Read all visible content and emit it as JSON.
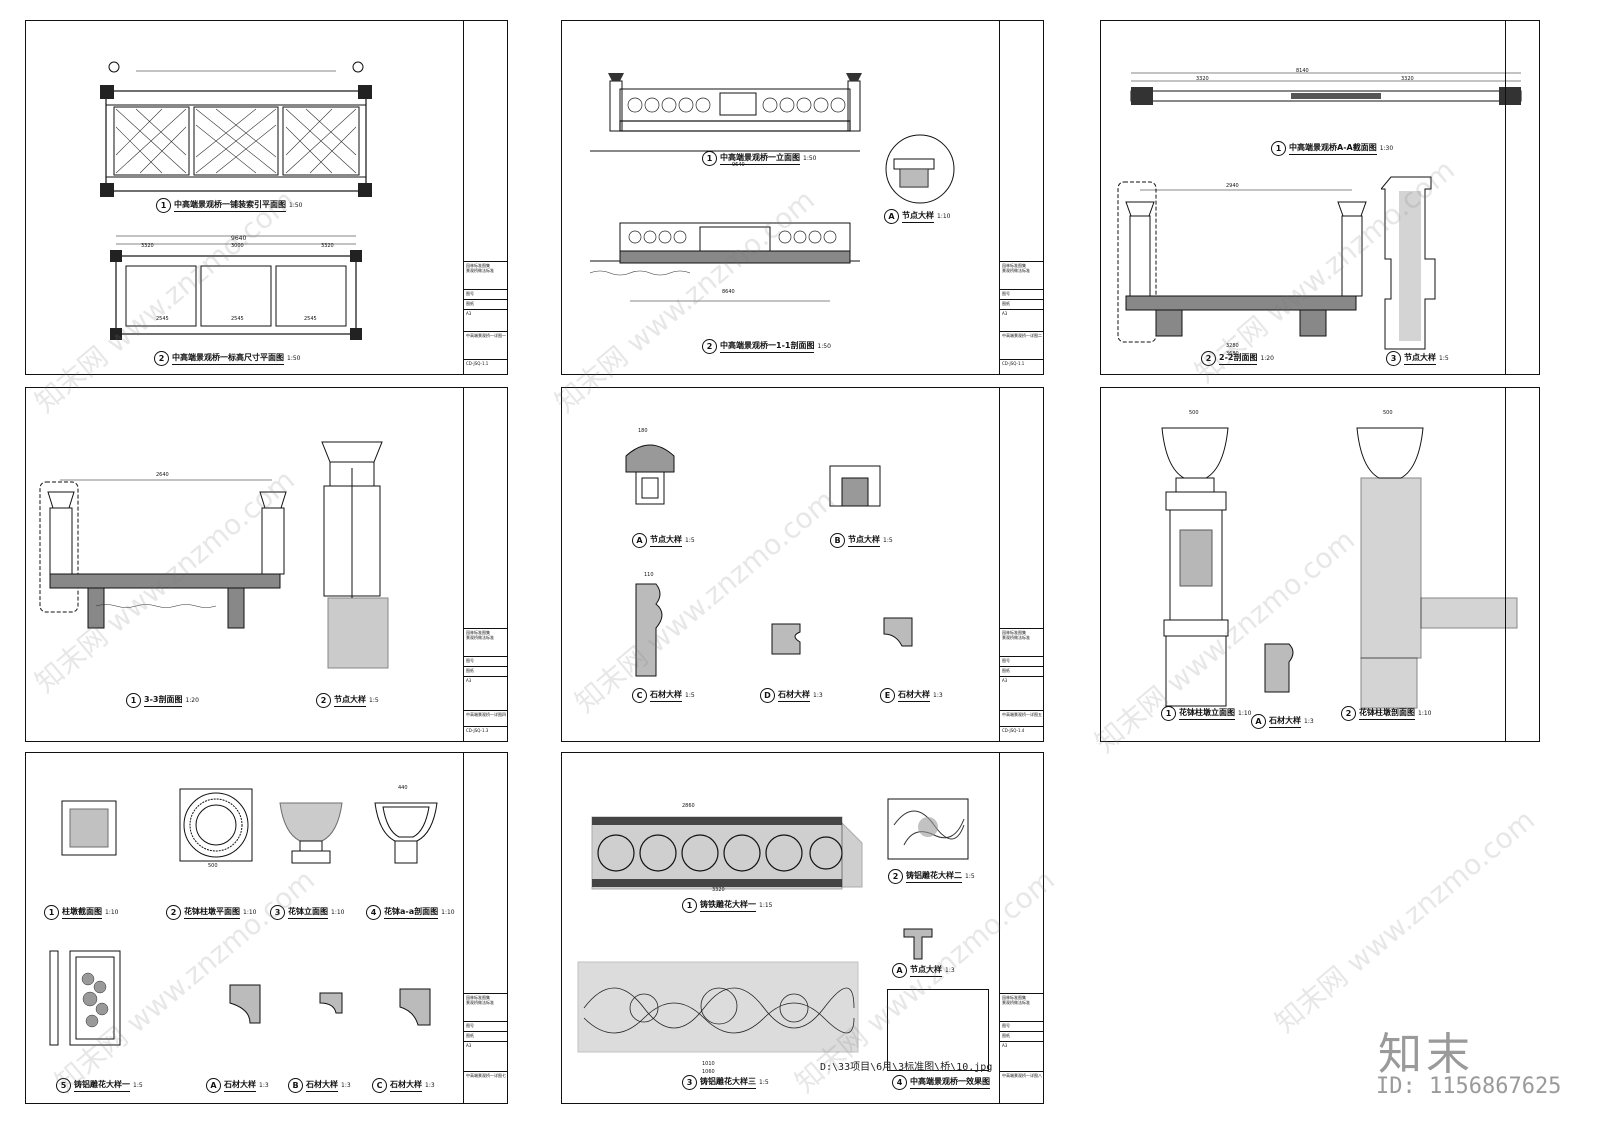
{
  "sheets": [
    {
      "id": "s1",
      "title_block": {
        "project": "园林标准图集",
        "sub": "景观桥做法标准",
        "r1": "图号",
        "r2": "图纸",
        "r3": "A3",
        "drawing": "中高端景观桥一详图一",
        "no": "CD-JSQ-1.1"
      },
      "captions": [
        {
          "num": "1",
          "text": "中高端景观桥一铺装索引平面图",
          "scale": "1:50"
        },
        {
          "num": "2",
          "text": "中高端景观桥一标高尺寸平面图",
          "scale": "1:50"
        }
      ],
      "dims": [
        "9640",
        "3320",
        "3000",
        "3320",
        "2545",
        "2545",
        "2545"
      ]
    },
    {
      "id": "s2",
      "title_block": {
        "project": "园林标准图集",
        "sub": "景观桥做法标准",
        "r1": "图号",
        "r2": "图纸",
        "r3": "A3",
        "drawing": "中高端景观桥一详图二",
        "no": "CD-JSQ-1.1"
      },
      "captions": [
        {
          "num": "1",
          "text": "中高端景观桥一立面图",
          "scale": "1:50"
        },
        {
          "num": "A",
          "text": "节点大样",
          "scale": "1:10"
        },
        {
          "num": "2",
          "text": "中高端景观桥一1-1剖面图",
          "scale": "1:50"
        }
      ],
      "dims": [
        "9640",
        "8640"
      ]
    },
    {
      "id": "s3",
      "title_block": {
        "project": "",
        "sub": "",
        "r1": "",
        "r2": "",
        "r3": "",
        "drawing": "",
        "no": ""
      },
      "captions": [
        {
          "num": "1",
          "text": "中高端景观桥A-A截面图",
          "scale": "1:30"
        },
        {
          "num": "2",
          "text": "2-2剖面图",
          "scale": "1:20"
        },
        {
          "num": "3",
          "text": "节点大样",
          "scale": "1:5"
        }
      ],
      "dims": [
        "8140",
        "3320",
        "3320",
        "2940",
        "3280",
        "3680"
      ]
    },
    {
      "id": "s4",
      "title_block": {
        "project": "园林标准图集",
        "sub": "景观桥做法标准",
        "r1": "图号",
        "r2": "图纸",
        "r3": "A3",
        "drawing": "中高端景观桥一详图四",
        "no": "CD-JSQ-1.3"
      },
      "captions": [
        {
          "num": "1",
          "text": "3-3剖面图",
          "scale": "1:20"
        },
        {
          "num": "2",
          "text": "节点大样",
          "scale": "1:5"
        }
      ],
      "dims": [
        "2640"
      ]
    },
    {
      "id": "s5",
      "title_block": {
        "project": "园林标准图集",
        "sub": "景观桥做法标准",
        "r1": "图号",
        "r2": "图纸",
        "r3": "A3",
        "drawing": "中高端景观桥一详图五",
        "no": "CD-JSQ-1.4"
      },
      "captions": [
        {
          "num": "A",
          "text": "节点大样",
          "scale": "1:5"
        },
        {
          "num": "B",
          "text": "节点大样",
          "scale": "1:5"
        },
        {
          "num": "C",
          "text": "石材大样",
          "scale": "1:5"
        },
        {
          "num": "D",
          "text": "石材大样",
          "scale": "1:3"
        },
        {
          "num": "E",
          "text": "石材大样",
          "scale": "1:3"
        }
      ],
      "dims": [
        "180",
        "110"
      ]
    },
    {
      "id": "s6",
      "title_block": {
        "project": "",
        "sub": "",
        "r1": "",
        "r2": "",
        "r3": "",
        "drawing": "",
        "no": ""
      },
      "captions": [
        {
          "num": "1",
          "text": "花钵柱墩立面图",
          "scale": "1:10"
        },
        {
          "num": "A",
          "text": "石材大样",
          "scale": "1:3"
        },
        {
          "num": "2",
          "text": "花钵柱墩剖面图",
          "scale": "1:10"
        }
      ],
      "dims": [
        "500",
        "500"
      ]
    },
    {
      "id": "s7",
      "title_block": {
        "project": "园林标准图集",
        "sub": "景观桥做法标准",
        "r1": "图号",
        "r2": "图纸",
        "r3": "A3",
        "drawing": "中高端景观桥一详图七",
        "no": ""
      },
      "captions": [
        {
          "num": "1",
          "text": "柱墩截面图",
          "scale": "1:10"
        },
        {
          "num": "2",
          "text": "花钵柱墩平面图",
          "scale": "1:10"
        },
        {
          "num": "3",
          "text": "花钵立面图",
          "scale": "1:10"
        },
        {
          "num": "4",
          "text": "花钵a-a剖面图",
          "scale": "1:10"
        },
        {
          "num": "5",
          "text": "铸铝雕花大样一",
          "scale": "1:5"
        },
        {
          "num": "A",
          "text": "石材大样",
          "scale": "1:3"
        },
        {
          "num": "B",
          "text": "石材大样",
          "scale": "1:3"
        },
        {
          "num": "C",
          "text": "石材大样",
          "scale": "1:3"
        }
      ],
      "dims": [
        "500",
        "440"
      ]
    },
    {
      "id": "s8",
      "title_block": {
        "project": "园林标准图集",
        "sub": "景观桥做法标准",
        "r1": "图号",
        "r2": "图纸",
        "r3": "A3",
        "drawing": "中高端景观桥一详图八",
        "no": ""
      },
      "captions": [
        {
          "num": "1",
          "text": "铸铁雕花大样一",
          "scale": "1:15"
        },
        {
          "num": "2",
          "text": "铸铝雕花大样二",
          "scale": "1:5"
        },
        {
          "num": "A",
          "text": "节点大样",
          "scale": "1:3"
        },
        {
          "num": "3",
          "text": "铸铝雕花大样三",
          "scale": "1:5"
        },
        {
          "num": "4",
          "text": "中高端景观桥一效果图",
          "scale": ""
        }
      ],
      "dims": [
        "2860",
        "3320",
        "1010",
        "1060"
      ]
    }
  ],
  "file_path": "D:\\33项目\\6月\\3标准图\\桥\\10.jpg",
  "brand": {
    "logo": "知末",
    "id": "ID: 1156867625"
  },
  "watermark": "知末网 www.znzmo.com",
  "colors": {
    "line": "#111111",
    "hatch": "#555555",
    "watermark": "#9a9a9a"
  }
}
